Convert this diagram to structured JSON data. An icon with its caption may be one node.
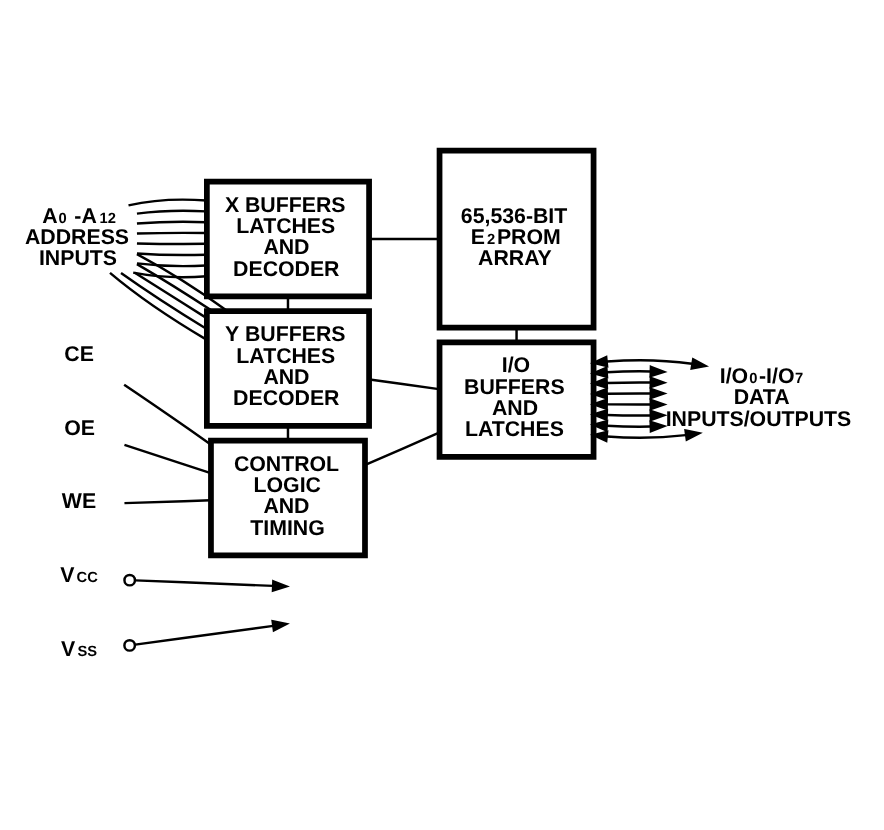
{
  "diagram": {
    "nodes": [
      {
        "text": [
          "X BUFFERS LATCHES AND DECODER"
        ]
      },
      {
        "text": [
          "65,536-BIT E$^{2}$PROM ARRAY"
        ]
      },
      {
        "text": [
          "Y BUFFERS LATCHES AND DECODER"
        ]
      },
      {
        "text": [
          "I/O BUFFERS AND LATCHES"
        ]
      },
      {
        "text": [
          "CONTROL LOGIC AND TIMING"
        ]
      },
      {
        "text": [
          "A$_{0}$ -A$_{12}$ ADDRESS INPUTS"
        ]
      },
      {
        "text": [
          "CE"
        ]
      },
      {
        "text": [
          "OE"
        ]
      },
      {
        "text": [
          "WE"
        ]
      },
      {
        "text": [
          "I/O$_{0}$-I/O$_{7}$ DATA INPUTS/OUTPUTS"
        ]
      },
      {
        "text": [
          "V$_{CC}$"
        ]
      },
      {
        "text": [
          "V$_{SS}$"
        ]
      }
    ],
    "edges": [
      {
        "from": 5,
        "to": 0,
        "arrow": "none"
      },
      {
        "from": 5,
        "to": 0,
        "arrow": "none"
      },
      {
        "from": 5,
        "to": 0,
        "arrow": "none"
      },
      {
        "from": 5,
        "to": 0,
        "arrow": "none"
      },
      {
        "from": 5,
        "to": 0,
        "arrow": "none"
      },
      {
        "from": 5,
        "to": 0,
        "arrow": "none"
      },
      {
        "from": 5,
        "to": 0,
        "arrow": "none"
      },
      {
        "from": 5,
        "to": 0,
        "arrow": "none"
      },
      {
        "from": 5,
        "to": 2,
        "arrow": "none"
      },
      {
        "from": 5,
        "to": 2,
        "arrow": "none"
      },
      {
        "from": 5,
        "to": 2,
        "arrow": "none"
      },
      {
        "from": 5,
        "to": 2,
        "arrow": "none"
      },
      {
        "from": 5,
        "to": 2,
        "arrow": "none"
      },
      {
        "from": 0,
        "to": 1,
        "arrow": "none"
      },
      {
        "from": 0,
        "to": 2,
        "arrow": "none"
      },
      {
        "from": 2,
        "to": 4,
        "arrow": "none"
      },
      {
        "from": 2,
        "to": 3,
        "arrow": "none"
      },
      {
        "from": 1,
        "to": 3,
        "arrow": "none"
      },
      {
        "from": 4,
        "to": 3,
        "arrow": "none"
      },
      {
        "from": 6,
        "to": 4,
        "arrow": "none"
      },
      {
        "from": 7,
        "to": 4,
        "arrow": "none"
      },
      {
        "from": 8,
        "to": 4,
        "arrow": "none"
      },
      {
        "from": 3,
        "to": 9,
        "arrow": "both"
      },
      {
        "from": 3,
        "to": 9,
        "arrow": "both"
      },
      {
        "from": 3,
        "to": 9,
        "arrow": "both"
      },
      {
        "from": 3,
        "to": 9,
        "arrow": "both"
      },
      {
        "from": 3,
        "to": 9,
        "arrow": "both"
      },
      {
        "from": 3,
        "to": 9,
        "arrow": "both"
      },
      {
        "from": 3,
        "to": 9,
        "arrow": "both"
      },
      {
        "from": 3,
        "to": 9,
        "arrow": "both"
      },
      {
        "from": 10,
        "to": null,
        "arrow": "to"
      },
      {
        "from": 11,
        "to": null,
        "arrow": "to"
      }
    ]
  }
}
